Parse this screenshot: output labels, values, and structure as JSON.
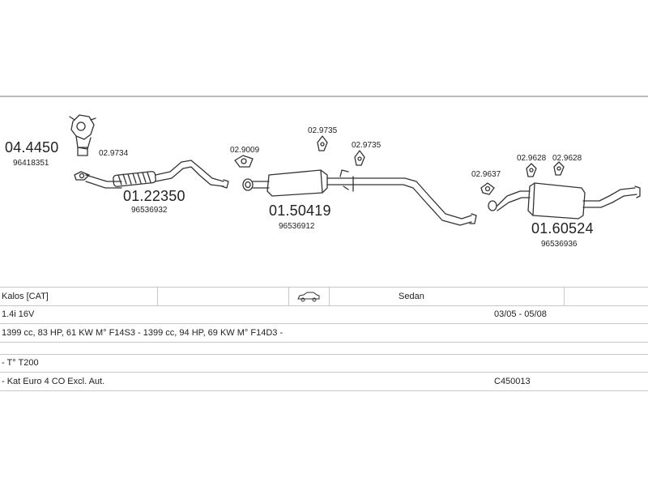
{
  "parts": [
    {
      "id": "cat",
      "number": "04.4450",
      "ref": "96418351"
    },
    {
      "id": "gasket-front",
      "number": "02.9734"
    },
    {
      "id": "front-pipe",
      "number": "01.22350",
      "ref": "96536932"
    },
    {
      "id": "gasket-mid",
      "number": "02.9009"
    },
    {
      "id": "hanger-1",
      "number": "02.9735"
    },
    {
      "id": "hanger-2",
      "number": "02.9735"
    },
    {
      "id": "middle-silencer",
      "number": "01.50419",
      "ref": "96536912"
    },
    {
      "id": "gasket-rear",
      "number": "02.9637"
    },
    {
      "id": "hanger-3",
      "number": "02.9628"
    },
    {
      "id": "hanger-4",
      "number": "02.9628"
    },
    {
      "id": "rear-silencer",
      "number": "01.60524",
      "ref": "96536936"
    }
  ],
  "vehicle": {
    "model": "Kalos  [CAT]",
    "body": "Sedan",
    "engine": "1.4i  16V",
    "years": "03/05 - 05/08",
    "specs": "1399 cc, 83 HP, 61 KW M° F14S3 -  1399 cc, 94 HP, 69 KW M° F14D3 -",
    "type": "- T° T200",
    "notes": "- Kat Euro 4  CO Excl. Aut.",
    "code": "C450013"
  },
  "icons": {
    "car": "sedan-car-icon"
  },
  "colors": {
    "line": "#333333",
    "rule": "#c8c8c8"
  }
}
